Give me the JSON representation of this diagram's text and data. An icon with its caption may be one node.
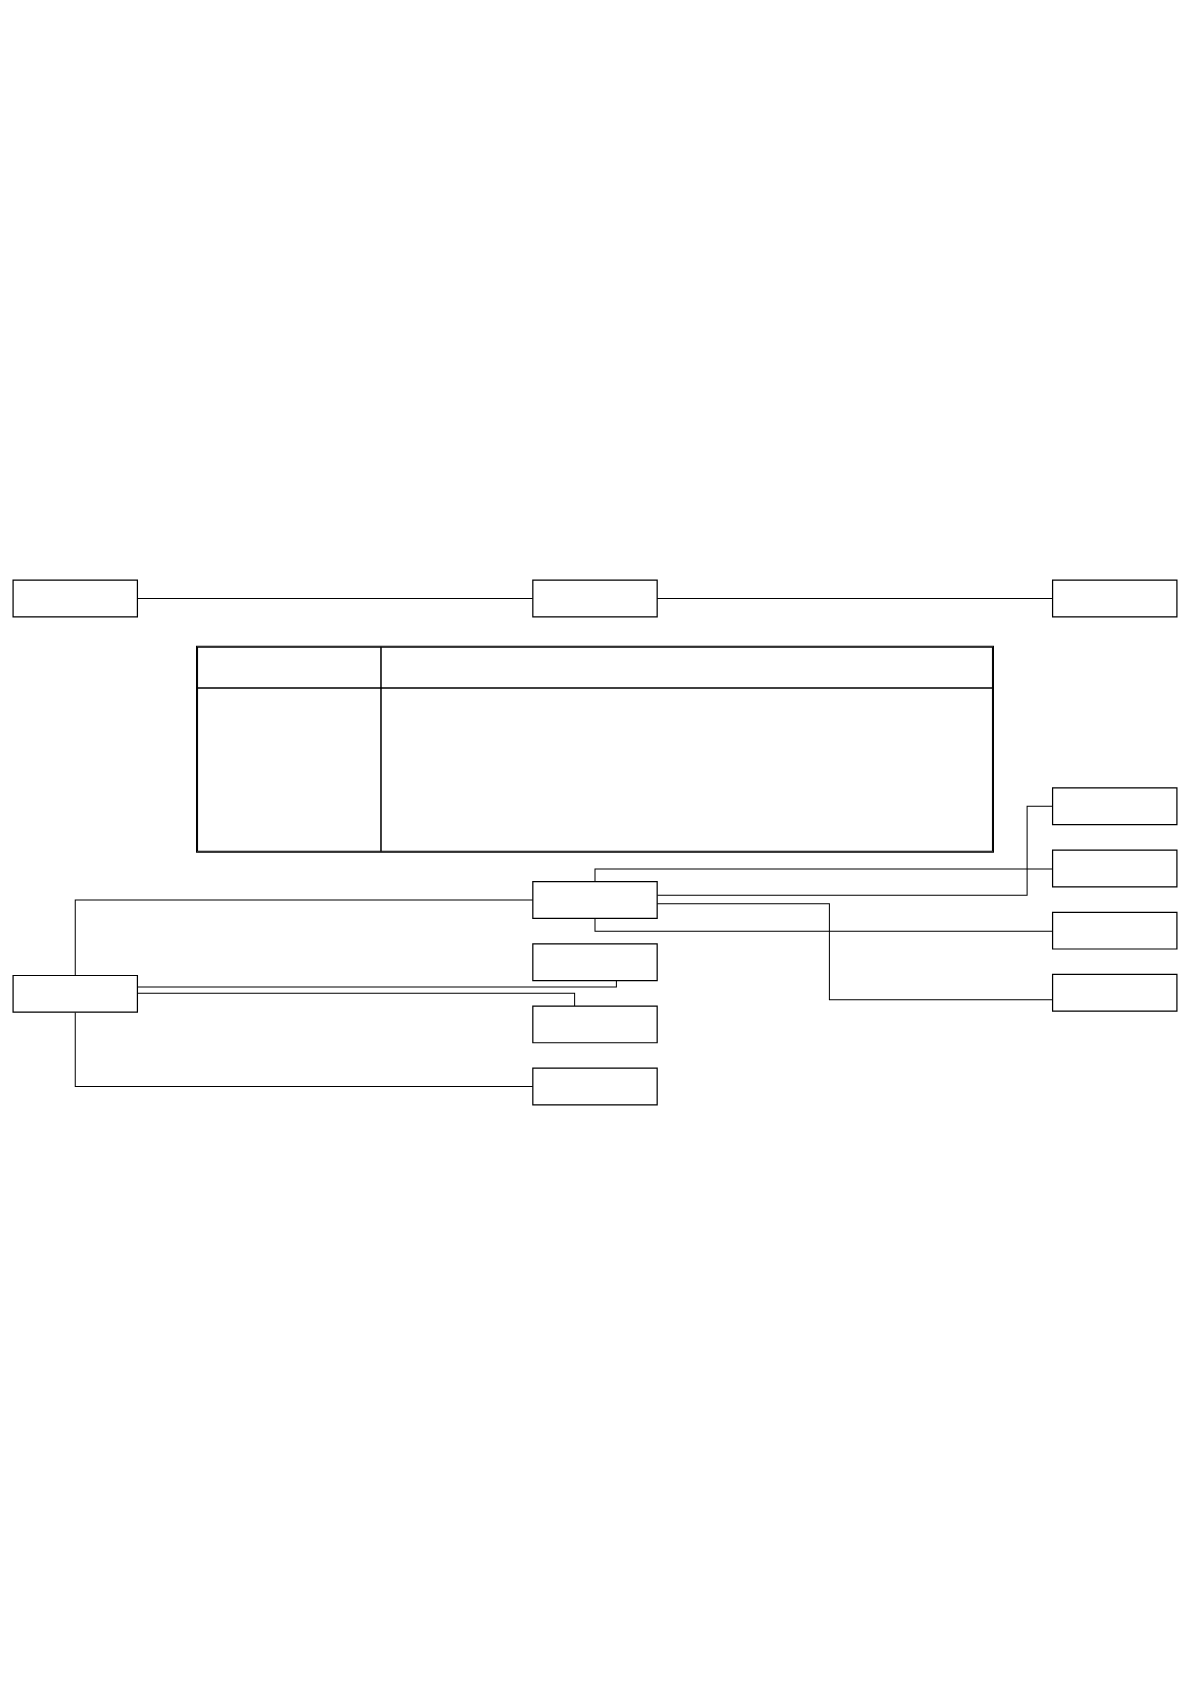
{
  "diagram": {
    "nodes": [
      {
        "text": [],
        "shape": "box"
      },
      {
        "text": [],
        "shape": "box"
      },
      {
        "text": [],
        "shape": "box"
      },
      {
        "text": [],
        "shape": "table"
      },
      {
        "text": [],
        "shape": "box"
      },
      {
        "text": [],
        "shape": "box"
      },
      {
        "text": [],
        "shape": "box"
      },
      {
        "text": [],
        "shape": "box"
      },
      {
        "text": [],
        "shape": "box"
      },
      {
        "text": [],
        "shape": "box"
      },
      {
        "text": [],
        "shape": "box"
      },
      {
        "text": [],
        "shape": "box"
      },
      {
        "text": [],
        "shape": "box"
      }
    ],
    "edges": [
      {
        "from": 0,
        "to": 1,
        "arrow": "none"
      },
      {
        "from": 1,
        "to": 2,
        "arrow": "none"
      },
      {
        "from": 4,
        "to": 5,
        "arrow": "none"
      },
      {
        "from": 4,
        "to": 6,
        "arrow": "none"
      },
      {
        "from": 4,
        "to": 7,
        "arrow": "none"
      },
      {
        "from": 4,
        "to": 8,
        "arrow": "none"
      },
      {
        "from": 8,
        "to": 9,
        "arrow": "none"
      },
      {
        "from": 8,
        "to": 10,
        "arrow": "none"
      },
      {
        "from": 8,
        "to": 11,
        "arrow": "none"
      },
      {
        "from": 8,
        "to": 12,
        "arrow": "none"
      }
    ]
  }
}
